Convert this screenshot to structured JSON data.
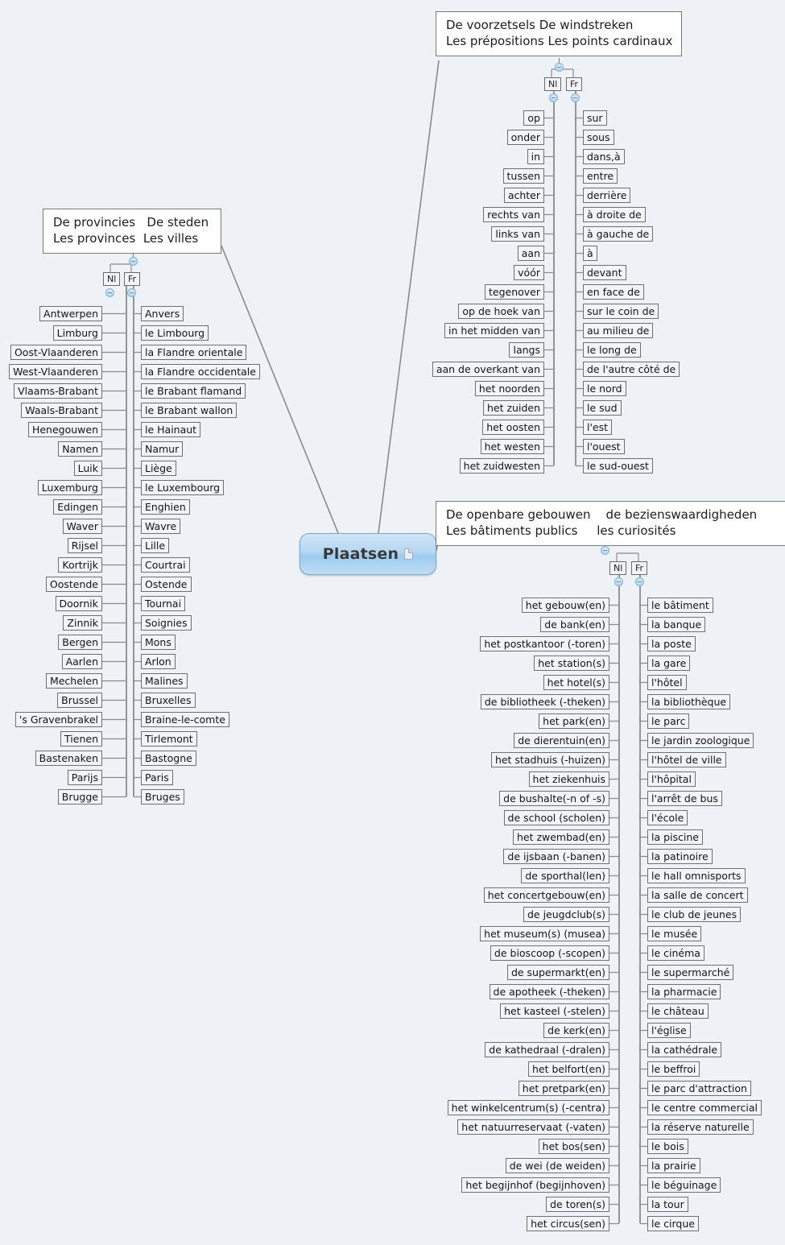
{
  "central": {
    "label": "Plaatsen",
    "note_icon": "note-icon",
    "fill_color": "#b6d7f2",
    "border_color": "#7fa8cf"
  },
  "branches": [
    {
      "id": "provincies-steden",
      "title_line1": "De provincies   De steden",
      "title_line2": "Les provinces  Les villes",
      "lang_nl": "Nl",
      "lang_fr": "Fr",
      "nl_items": [
        "Antwerpen",
        "Limburg",
        "Oost-Vlaanderen",
        "West-Vlaanderen",
        "Vlaams-Brabant",
        "Waals-Brabant",
        "Henegouwen",
        "Namen",
        "Luik",
        "Luxemburg",
        "Edingen",
        "Waver",
        "Rijsel",
        "Kortrijk",
        "Oostende",
        "Doornik",
        "Zinnik",
        "Bergen",
        "Aarlen",
        "Mechelen",
        "Brussel",
        "'s Gravenbrakel",
        "Tienen",
        "Bastenaken",
        "Parijs",
        "Brugge"
      ],
      "fr_items": [
        "Anvers",
        "le Limbourg",
        "la Flandre orientale",
        "la Flandre occidentale",
        "le Brabant flamand",
        "le Brabant wallon",
        "le Hainaut",
        "Namur",
        "Liège",
        "le Luxembourg",
        "Enghien",
        "Wavre",
        "Lille",
        "Courtrai",
        "Ostende",
        "Tournai",
        "Soignies",
        "Mons",
        "Arlon",
        "Malines",
        "Bruxelles",
        "Braine-le-comte",
        "Tirlemont",
        "Bastogne",
        "Paris",
        "Bruges"
      ]
    },
    {
      "id": "voorzetsels-windstreken",
      "title_line1": "De voorzetsels De windstreken",
      "title_line2": "Les prépositions Les points cardinaux",
      "lang_nl": "Nl",
      "lang_fr": "Fr",
      "nl_items": [
        "op",
        "onder",
        "in",
        "tussen",
        "achter",
        "rechts van",
        "links van",
        "aan",
        "vóór",
        "tegenover",
        "op de hoek van",
        "in het midden van",
        "langs",
        "aan de overkant van",
        "het noorden",
        "het zuiden",
        "het oosten",
        "het westen",
        "het zuidwesten"
      ],
      "fr_items": [
        "sur",
        "sous",
        "dans,à",
        "entre",
        "derrière",
        "à droite de",
        "à gauche de",
        "à",
        "devant",
        "en face de",
        "sur le coin de",
        "au milieu de",
        "le long de",
        "de l'autre côté de",
        "le nord",
        "le sud",
        "l'est",
        "l'ouest",
        "le sud-ouest"
      ]
    },
    {
      "id": "openbare-gebouwen",
      "title_line1": "De openbare gebouwen    de bezienswaardigheden",
      "title_line2": "Les bâtiments publics     les curiosités",
      "lang_nl": "Nl",
      "lang_fr": "Fr",
      "nl_items": [
        "het gebouw(en)",
        "de bank(en)",
        "het postkantoor (-toren)",
        "het station(s)",
        "het hotel(s)",
        "de bibliotheek (-theken)",
        "het park(en)",
        "de dierentuin(en)",
        "het stadhuis (-huizen)",
        "het ziekenhuis",
        "de bushalte(-n of -s)",
        "de school (scholen)",
        "het zwembad(en)",
        "de ijsbaan (-banen)",
        "de sporthal(len)",
        "het concertgebouw(en)",
        "de jeugdclub(s)",
        "het museum(s) (musea)",
        "de bioscoop (-scopen)",
        "de supermarkt(en)",
        "de apotheek (-theken)",
        "het kasteel (-stelen)",
        "de kerk(en)",
        "de kathedraal (-dralen)",
        "het belfort(en)",
        "het pretpark(en)",
        "het winkelcentrum(s) (-centra)",
        "het natuurreservaat (-vaten)",
        "het bos(sen)",
        "de wei (de weiden)",
        "het begijnhof (begijnhoven)",
        "de toren(s)",
        "het circus(sen)"
      ],
      "fr_items": [
        "le bâtiment",
        "la banque",
        "la poste",
        "la gare",
        "l'hôtel",
        "la bibliothèque",
        "le parc",
        "le jardin zoologique",
        "l'hôtel de ville",
        "l'hôpital",
        "l'arrêt de bus",
        "l'école",
        "la piscine",
        "la patinoire",
        "le hall omnisports",
        "la salle de concert",
        "le club de jeunes",
        "le musée",
        "le cinéma",
        "le supermarché",
        "la pharmacie",
        "le château",
        "l'église",
        "la cathédrale",
        "le beffroi",
        "le parc d'attraction",
        "le centre commercial",
        "la réserve naturelle",
        "le bois",
        "la prairie",
        "le béguinage",
        "la tour",
        "le cirque"
      ]
    }
  ]
}
